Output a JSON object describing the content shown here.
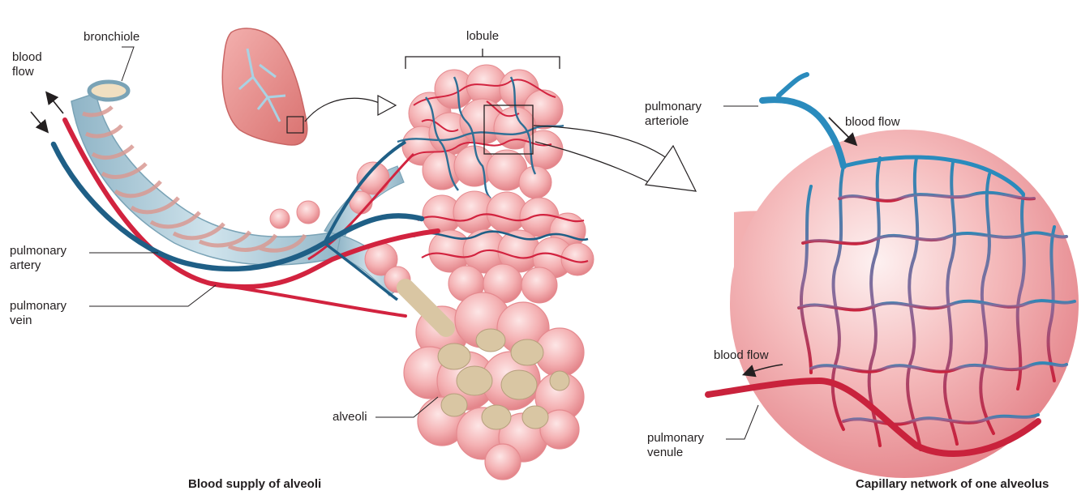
{
  "labels": {
    "blood_flow_left": [
      "blood",
      "flow"
    ],
    "bronchiole": "bronchiole",
    "lobule": "lobule",
    "pulmonary_artery": [
      "pulmonary",
      "artery"
    ],
    "pulmonary_vein": [
      "pulmonary",
      "vein"
    ],
    "alveoli": "alveoli",
    "pulmonary_arteriole": [
      "pulmonary",
      "arteriole"
    ],
    "blood_flow_top": "blood flow",
    "blood_flow_bottom": "blood flow",
    "pulmonary_venule": [
      "pulmonary",
      "venule"
    ]
  },
  "captions": {
    "left": "Blood supply of alveoli",
    "right": "Capillary network of one alveolus"
  },
  "colors": {
    "artery_blue": "#2f7fa8",
    "vein_red": "#d2233f",
    "alveolus_pink": "#f2a7a8",
    "bronchiole_blue": "#a9c9d8",
    "lung_pink": "#e98c8c"
  }
}
